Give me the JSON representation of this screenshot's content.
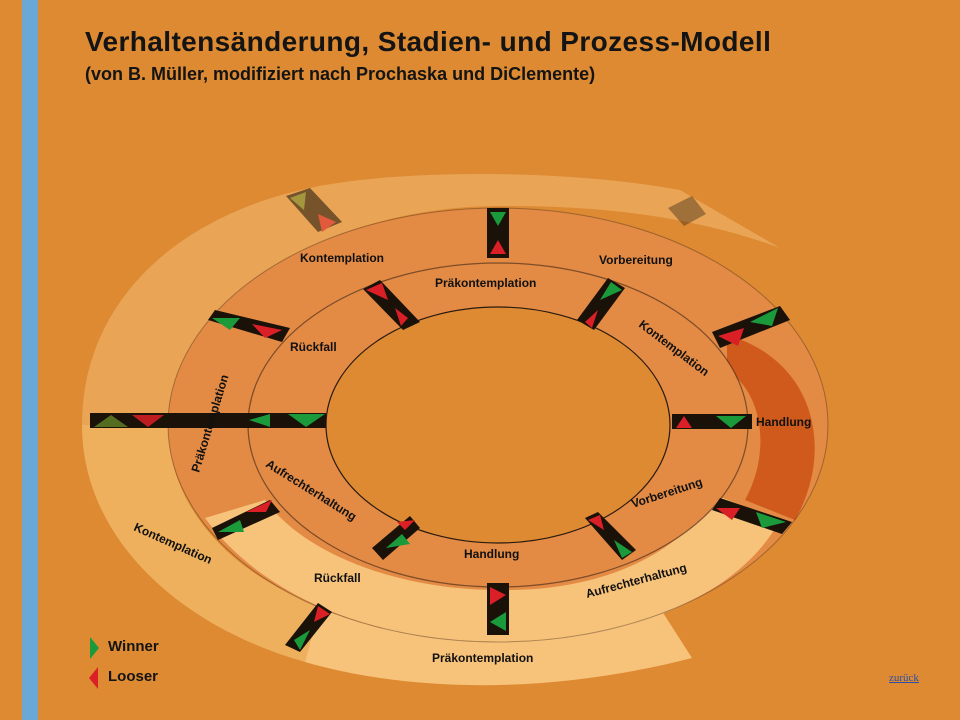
{
  "title": "Verhaltensänderung, Stadien- und Prozess-Modell",
  "subtitle": "(von B. Müller, modifiziert nach Prochaska und DiClemente)",
  "colors": {
    "background": "#dd8a32",
    "stripe": "#6aa8d8",
    "ring_medium": "#e38a45",
    "ring_light": "#f7c27a",
    "ring_pale": "#eeb05c",
    "handlung_segment": "#d05a1c",
    "winner": "#1b9a3c",
    "looser": "#da1f26",
    "divider": "#1a1208"
  },
  "labels": {
    "outer_kontemplation_top": "Kontemplation",
    "outer_vorbereitung": "Vorbereitung",
    "outer_handlung": "Handlung",
    "outer_aufrechterhaltung": "Aufrechterhaltung",
    "outer_praekontemplation_bottom": "Präkontemplation",
    "outer_kontemplation_left": "Kontemplation",
    "outer_rueckfall_bottom": "Rückfall",
    "outer_praekontemplation_left": "Präkontemplation",
    "inner_praekontemplation": "Präkontemplation",
    "inner_kontemplation": "Kontemplation",
    "inner_vorbereitung": "Vorbereitung",
    "inner_handlung": "Handlung",
    "inner_aufrechterhaltung": "Aufrechterhaltung",
    "inner_rueckfall": "Rückfall"
  },
  "legend": [
    {
      "label": "Winner",
      "icon": "green-triangle-icon",
      "color": "#1b9a3c"
    },
    {
      "label": "Looser",
      "icon": "red-triangle-icon",
      "color": "#da1f26"
    }
  ],
  "back_link": "zurück"
}
